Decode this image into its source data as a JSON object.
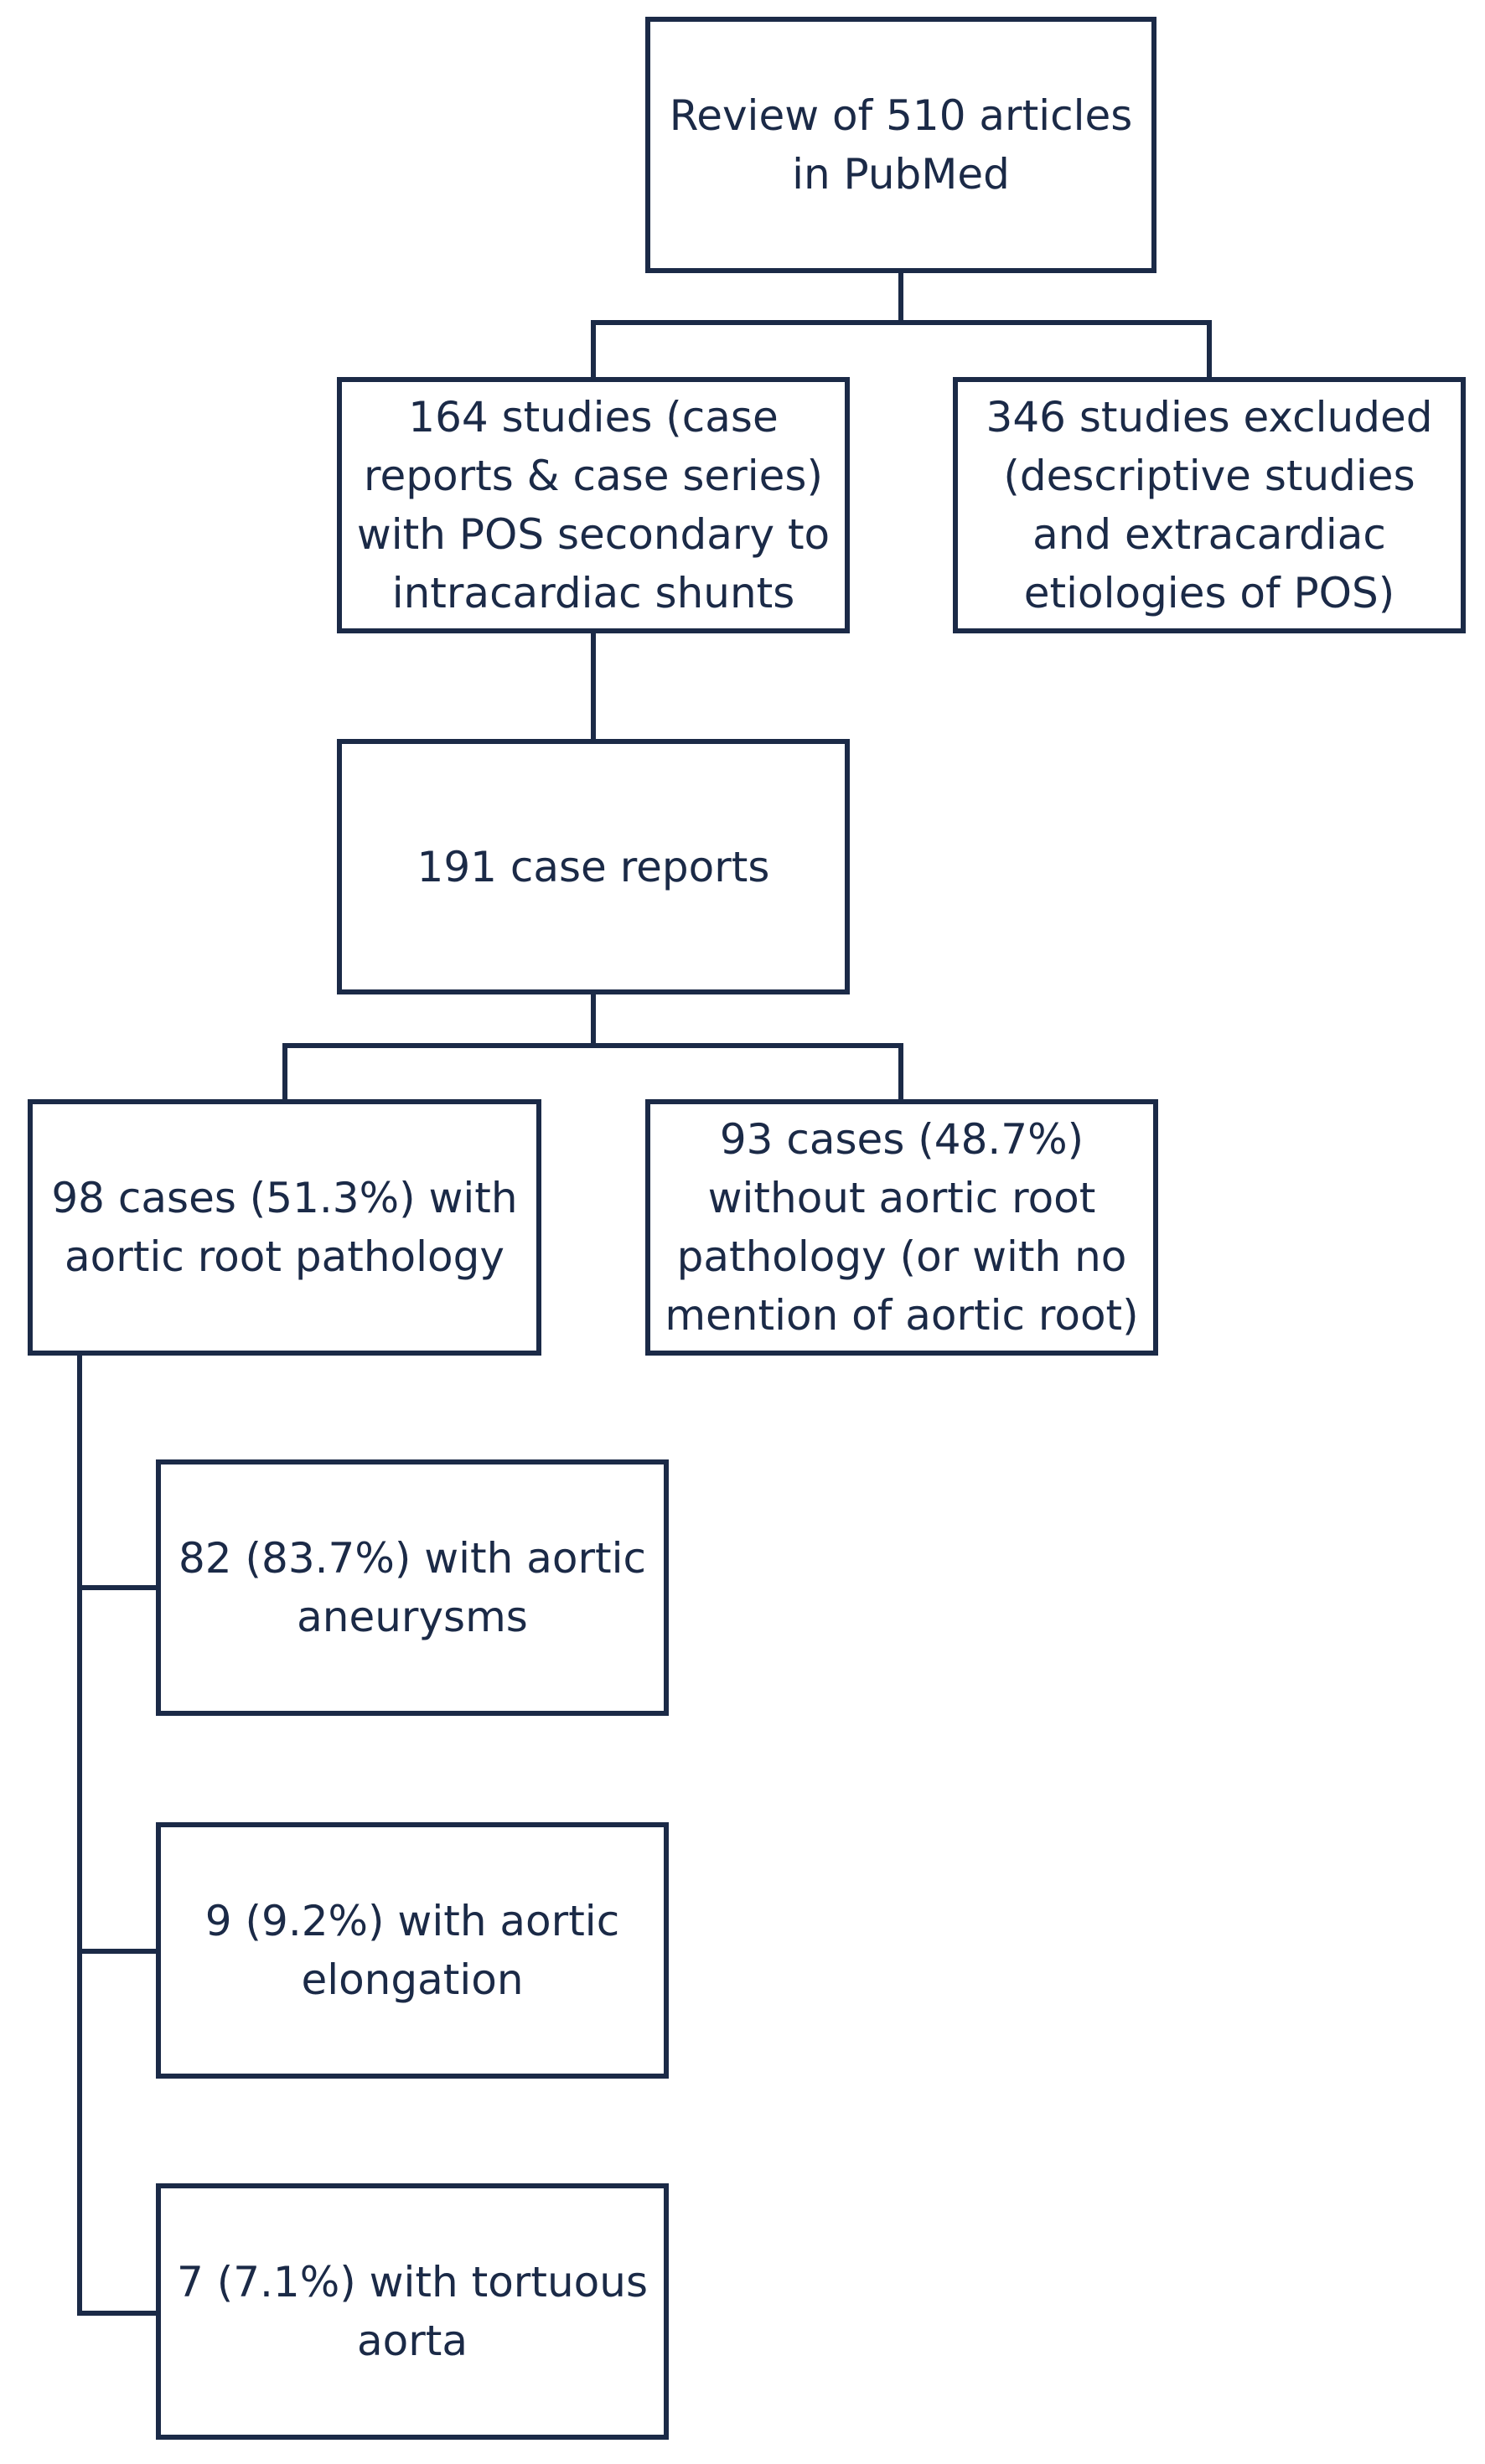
{
  "diagram": {
    "line_color": "#1b2a47",
    "text_color": "#1b2a47",
    "background": "#ffffff",
    "nodes": {
      "review": "Review of 510 articles\nin PubMed",
      "included_studies": "164 studies (case\nreports & case series)\nwith POS secondary to\nintracardiac shunts",
      "excluded_studies": "346 studies excluded\n(descriptive studies\nand extracardiac\netiologies of POS)",
      "case_reports": "191 case reports",
      "with_aortic_root": "98 cases (51.3%) with\naortic root pathology",
      "without_aortic_root": "93 cases (48.7%)\nwithout aortic root\npathology (or with no\nmention of aortic root)",
      "aneurysms": "82 (83.7%) with aortic\naneurysms",
      "elongation": "9 (9.2%) with aortic\nelongation",
      "tortuous": "7 (7.1%) with tortuous\naorta"
    }
  }
}
